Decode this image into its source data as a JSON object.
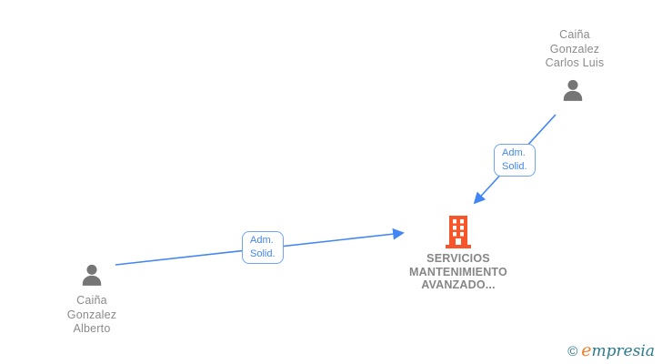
{
  "diagram": {
    "nodes": {
      "person_top": {
        "full_name": "Caiña Gonzalez Carlos Luis",
        "name_lines": [
          "Caiña",
          "Gonzalez",
          "Carlos Luis"
        ],
        "icon": "person-icon"
      },
      "person_bottom": {
        "full_name": "Caiña Gonzalez Alberto",
        "name_lines": [
          "Caiña",
          "Gonzalez",
          "Alberto"
        ],
        "icon": "person-icon"
      },
      "company": {
        "full_name": "SERVICIOS MANTENIMIENTO AVANZADO...",
        "name_lines": [
          "SERVICIOS",
          "MANTENIMIENTO",
          "AVANZADO..."
        ],
        "icon": "building-icon"
      }
    },
    "edges": {
      "from_person_top": {
        "label_line1": "Adm.",
        "label_line2": "Solid."
      },
      "from_person_bottom": {
        "label_line1": "Adm.",
        "label_line2": "Solid."
      }
    }
  },
  "colors": {
    "edge_blue": "#4285f4",
    "edge_label_border": "#6fa3f2",
    "person_icon_gray": "#757575",
    "building_icon_orange": "#f7562b",
    "node_label_gray": "#8a8a8a",
    "watermark_teal": "#2b7a8c",
    "watermark_orange": "#ef7d23"
  },
  "watermark": {
    "copyright_symbol": "©",
    "brand_initial": "e",
    "brand_rest": "mpresia"
  }
}
